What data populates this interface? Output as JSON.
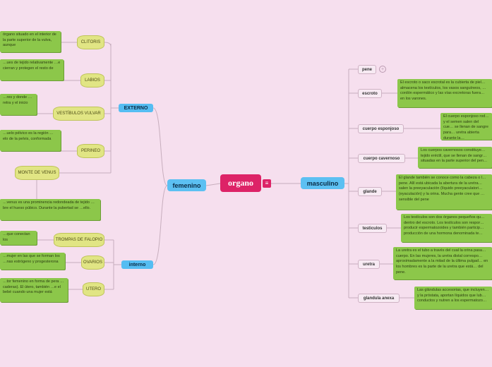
{
  "central": {
    "label": "organo"
  },
  "femenino": {
    "label": "femenino",
    "externo": {
      "label": "EXTERNO",
      "items": [
        {
          "name": "CLITORIS",
          "desc": "órgano situado en el interior de la parte superior de la vulva, aunque"
        },
        {
          "name": "LABIOS",
          "desc": "…ues de tejido relativamente …e cierran y protegen el resto de"
        },
        {
          "name": "VESTÍBULOS VULVAR",
          "desc": "…res y donde …retra y el inicio"
        },
        {
          "name": "PERINEO",
          "desc": "…uelo pélvico es la región …elo de la pelvis, conformada"
        },
        {
          "name": "MONTE DE VENUS",
          "desc": "…venus es una prominencia redondeada de tejido …bre el hueso púbico. Durante la pubertad se …ello."
        }
      ]
    },
    "interno": {
      "label": "interno",
      "items": [
        {
          "name": "TROMPAS DE FALOPIO",
          "desc": "…que conectan los"
        },
        {
          "name": "OVARIOS",
          "desc": "…mujer en las que se forman los …nas estrógeno y progesterona"
        },
        {
          "name": "UTERO",
          "desc": "…tor femenino en forma de pera …caderas). El útero, también …e el bebé cuando una mujer está"
        }
      ]
    }
  },
  "masculino": {
    "label": "masculino",
    "items": [
      {
        "name": "pene",
        "desc": "",
        "plus": "+"
      },
      {
        "name": "escroto",
        "desc": "El escroto o saco escrotal es la cubierta de piel… almacena los testículos, los vasos sanguíneos, … cordón espermático y las vías excretoras fuera… en los varones."
      },
      {
        "name": "cuerpo esponjoso",
        "desc": "El cuerpo esponjoso rod… y el semen salen del cue… se llenan de sangre para… uretra abierta durante la…"
      },
      {
        "name": "cuerpo cavernoso",
        "desc": "Los cuerpos cavernosos constituye… tejido eréctil, que se llenan de sangr… situadas en la parte superior del pen…"
      },
      {
        "name": "glande",
        "desc": "El glande también se conoce como la cabeza o l… pene. Allí está ubicada la abertura de la uretra… salen la preeyaculación (líquido preeyaculatori… (eyaculación) y la orina. Mucha gente cree que … sensible del pene"
      },
      {
        "name": "testiculos",
        "desc": "Los testículos son dos órganos pequeños qu… dentro del escroto. Los testículos son respor… producir espermatozoides y también particip… producción de una hormona denominada te…"
      },
      {
        "name": "uretra",
        "desc": "La uretra es el tubo a través del cual la orina pasa… cuerpo. En las mujeres, la uretra distal correspo… aproximadamente a la mitad de la última pulgad… en los hombres es la parte de la uretra que está… del pene."
      },
      {
        "name": "glandula anexa",
        "desc": "Las glándulas accesorias, que incluyen… y la próstata, aportan líquidos que lub… conductos y nutren a los espermatozo…"
      }
    ]
  },
  "icons": {
    "menu": "menu-icon",
    "expand": "plus-icon"
  },
  "colors": {
    "central": "#dd2367",
    "main": "#5cc0f2",
    "desc": "#8cc74a",
    "cylinder": "#e1e584",
    "background": "#f6dfee"
  }
}
